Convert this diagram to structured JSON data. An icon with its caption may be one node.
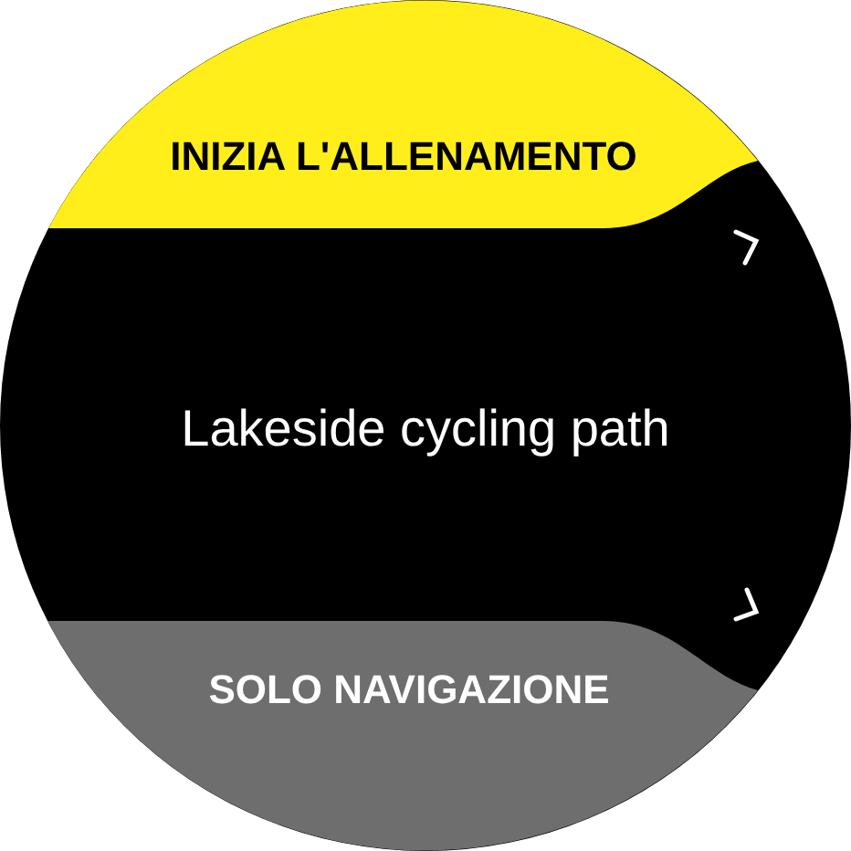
{
  "diagram": {
    "nodes": [
      {
        "text": [
          "INIZIA L'ALLENAMENTO"
        ]
      },
      {
        "text": [
          "SOLO NAVIGAZIONE"
        ]
      }
    ],
    "labels": [
      "Lakeside cycling path"
    ]
  }
}
